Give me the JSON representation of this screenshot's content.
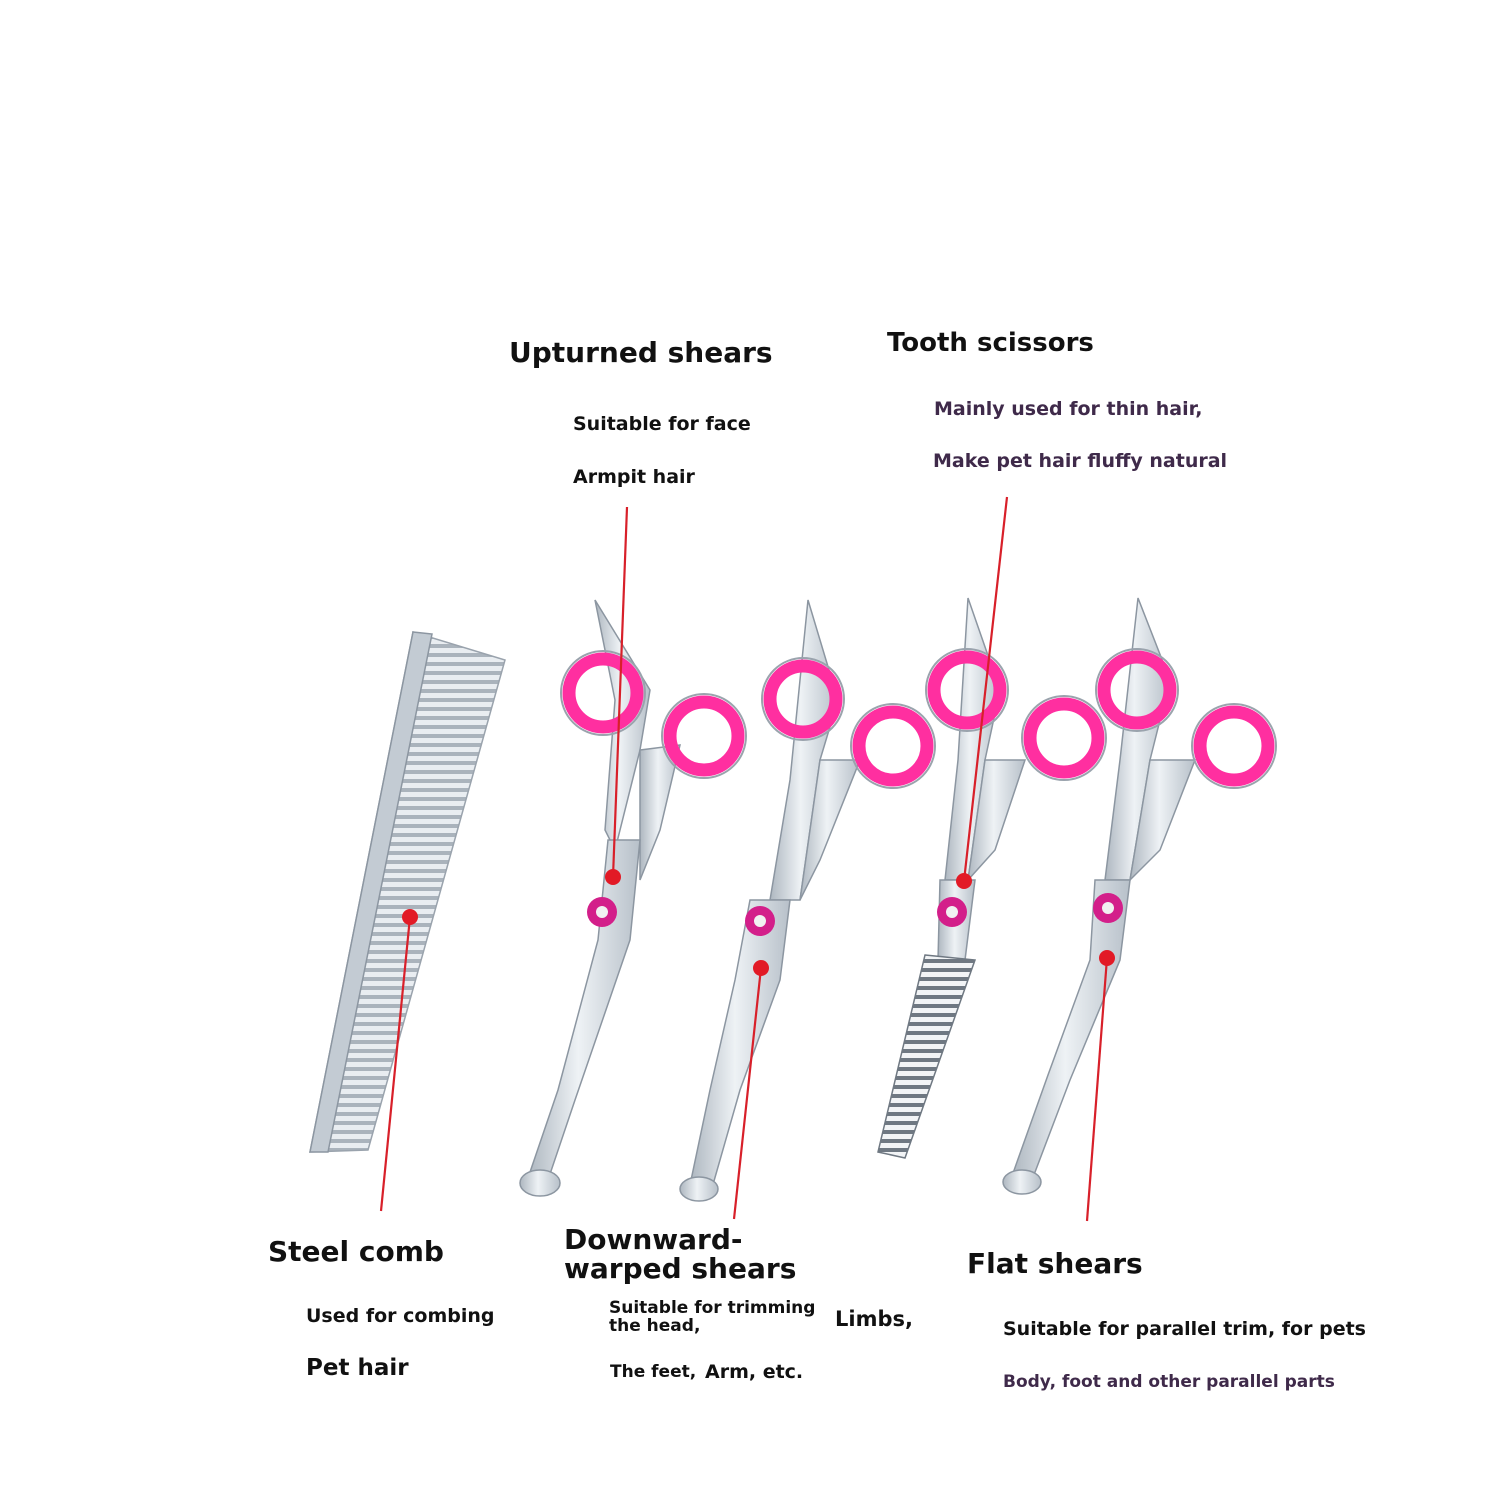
{
  "products": {
    "steel_comb": {
      "title": "Steel comb",
      "line1": "Used for combing",
      "line2": "Pet hair"
    },
    "upturned_shears": {
      "title": "Upturned shears",
      "line1": "Suitable for face",
      "line2": "Armpit hair"
    },
    "downward_shears": {
      "title": "Downward-warped shears",
      "line1": "Suitable for trimming the head,",
      "line1b": "Limbs,",
      "line2a": "The feet,",
      "line2b": "Arm, etc."
    },
    "tooth_scissors": {
      "title": "Tooth scissors",
      "line1": "Mainly used for thin hair,",
      "line2": "Make pet hair fluffy natural"
    },
    "flat_shears": {
      "title": "Flat shears",
      "line1": "Suitable for parallel trim, for pets",
      "line2": "Body, foot and other parallel parts"
    }
  },
  "colors": {
    "accent_pink": "#ff2fa0",
    "leader_red": "#d8202a",
    "steel": "#c9d0d7",
    "label_purple": "#3f2a4a"
  }
}
